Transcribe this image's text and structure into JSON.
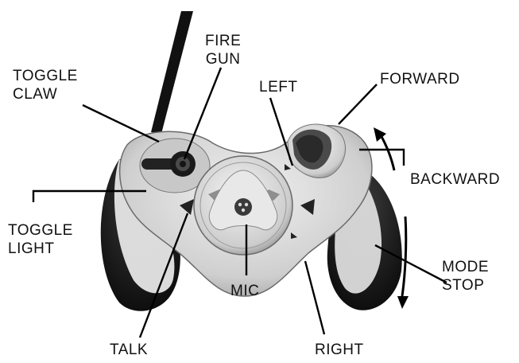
{
  "labels": {
    "fire_gun": "FIRE\nGUN",
    "toggle_claw": "TOGGLE\nCLAW",
    "left": "LEFT",
    "forward": "FORWARD",
    "backward": "BACKWARD",
    "toggle_light": "TOGGLE\nLIGHT",
    "mode_stop": "MODE\nSTOP",
    "mic": "MIC",
    "talk": "TALK",
    "right": "RIGHT"
  },
  "colors": {
    "ink": "#111111",
    "body_dark": "#151515",
    "body_light": "#dcdcdc",
    "body_mid": "#b9b9b9",
    "line": "#000000"
  }
}
